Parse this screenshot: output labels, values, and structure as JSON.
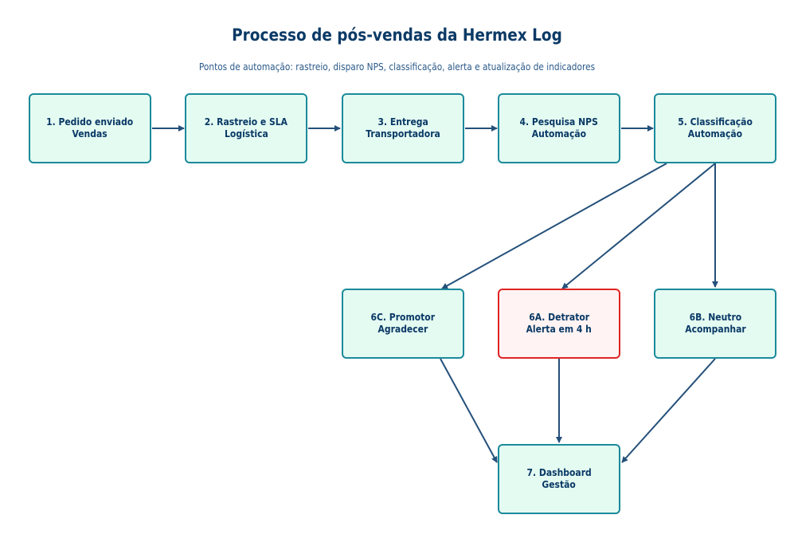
{
  "diagram": {
    "title": "Processo de pós-vendas da Hermex Log",
    "subtitle": "Pontos de automação: rastreio, disparo NPS, classificação, alerta e atualização de indicadores",
    "colors": {
      "node_fill": "#e4fbf2",
      "node_border": "#1a8a9a",
      "alert_fill": "#fff3f3",
      "alert_border": "#e02424",
      "text": "#0b3a66",
      "edge": "#24507a"
    },
    "nodes": {
      "n1": {
        "line1": "1. Pedido enviado",
        "line2": "Vendas"
      },
      "n2": {
        "line1": "2. Rastreio e SLA",
        "line2": "Logística"
      },
      "n3": {
        "line1": "3. Entrega",
        "line2": "Transportadora"
      },
      "n4": {
        "line1": "4. Pesquisa NPS",
        "line2": "Automação"
      },
      "n5": {
        "line1": "5. Classificação",
        "line2": "Automação"
      },
      "n6c": {
        "line1": "6C. Promotor",
        "line2": "Agradecer"
      },
      "n6a": {
        "line1": "6A. Detrator",
        "line2": "Alerta em 4 h"
      },
      "n6b": {
        "line1": "6B. Neutro",
        "line2": "Acompanhar"
      },
      "n7": {
        "line1": "7. Dashboard",
        "line2": "Gestão"
      }
    },
    "edges": [
      {
        "from": "n1",
        "to": "n2"
      },
      {
        "from": "n2",
        "to": "n3"
      },
      {
        "from": "n3",
        "to": "n4"
      },
      {
        "from": "n4",
        "to": "n5"
      },
      {
        "from": "n5",
        "to": "n6c"
      },
      {
        "from": "n5",
        "to": "n6a"
      },
      {
        "from": "n5",
        "to": "n6b"
      },
      {
        "from": "n6c",
        "to": "n7"
      },
      {
        "from": "n6a",
        "to": "n7"
      },
      {
        "from": "n6b",
        "to": "n7"
      }
    ]
  }
}
